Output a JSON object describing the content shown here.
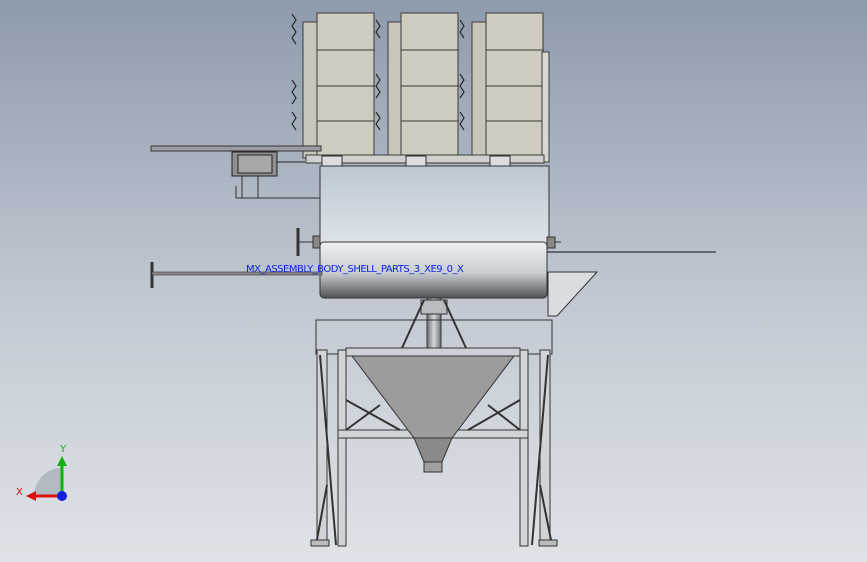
{
  "view": {
    "name": "CAD front view of hopper with dust-collector bags",
    "background_top": "#8e9bac",
    "background_bottom": "#dfe3e8"
  },
  "annotation": {
    "text": "MX_ASSEMBLY_BODY_SHELL_PARTS_3_XE9_0_X",
    "color": "#0b1fe0"
  },
  "triad": {
    "x_label": "X",
    "y_label": "Y",
    "x_color": "#e01010",
    "y_color": "#10b010",
    "z_color": "#1020e0"
  },
  "colors": {
    "filter_box": "#cfccbf",
    "filter_edge": "#3a3a3a",
    "housing": "#c4ced8",
    "metal": "#808080",
    "drum_dark": "#5a5e64",
    "drum_light": "#e8ecef",
    "hopper": "#9a9a9a"
  }
}
